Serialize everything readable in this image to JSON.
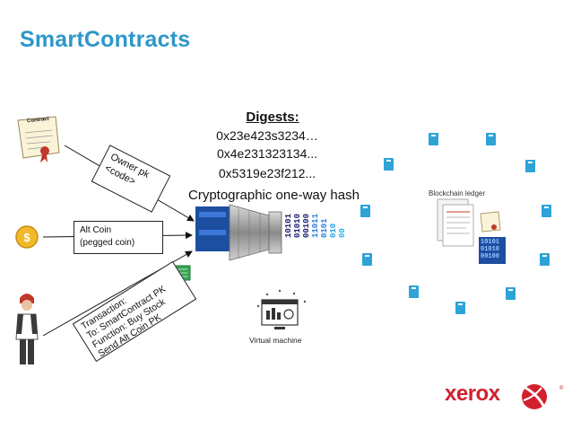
{
  "slide_title": "SmartContracts",
  "digests": {
    "heading": "Digests:",
    "values": [
      "0x23e423s3234…",
      "0x4e231323134...",
      "0x5319e23f212..."
    ]
  },
  "hash_label": "Cryptographic one-way hash",
  "inputs": {
    "contract_doc_title": "Contract",
    "owner_box": [
      "Owner pk",
      "<code>"
    ],
    "altcoin_box": [
      "Alt Coin",
      "(pegged coin)"
    ],
    "transaction_box": [
      "Transaction:",
      "To: SmartContract PK",
      "Function: Buy Stock",
      "Send Alt Coin PK"
    ]
  },
  "hash_output_binary": [
    "10101",
    "01010",
    "00100",
    "11011",
    "0101",
    "010",
    "00"
  ],
  "ledger": {
    "label": "Blockchain ledger",
    "binary_block": [
      "10101",
      "01010",
      "00100"
    ]
  },
  "vm_label": "Virtual machine",
  "logo": {
    "word": "xerox",
    "reg": "®"
  },
  "colors": {
    "title": "#2e97c9",
    "book": "#2ea3d8",
    "xerox_red": "#d2202f",
    "funnel_blue": "#1d4fa0"
  },
  "icons": [
    "contract-scroll-icon",
    "coin-icon",
    "person-icon",
    "hash-machine-icon",
    "binary-chip-icon",
    "ledger-book-icon",
    "virtual-machine-icon",
    "xerox-sphere-icon"
  ]
}
